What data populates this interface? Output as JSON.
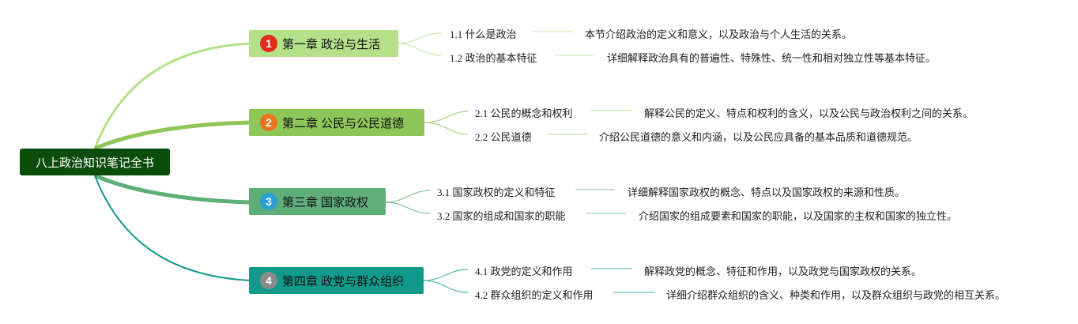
{
  "root": {
    "label": "八上政治知识笔记全书"
  },
  "colors": {
    "root": "#0b4d0b",
    "ch1": "#b5e08a",
    "ch2": "#8fc65a",
    "ch3": "#5fae7a",
    "ch4": "#119a8a",
    "badge1": "#e02b1a",
    "badge2": "#e8741c",
    "badge3": "#2a9fd6",
    "badge4": "#8a8a8a"
  },
  "chapters": [
    {
      "badge": "1",
      "title": "第一章 政治与生活",
      "sections": [
        {
          "label": "1.1 什么是政治",
          "desc": "本节介绍政治的定义和意义，以及政治与个人生活的关系。"
        },
        {
          "label": "1.2 政治的基本特征",
          "desc": "详细解释政治具有的普遍性、特殊性、统一性和相对独立性等基本特征。"
        }
      ]
    },
    {
      "badge": "2",
      "title": "第二章 公民与公民道德",
      "sections": [
        {
          "label": "2.1 公民的概念和权利",
          "desc": "解释公民的定义、特点和权利的含义，以及公民与政治权利之间的关系。"
        },
        {
          "label": "2.2 公民道德",
          "desc": "介绍公民道德的意义和内涵，以及公民应具备的基本品质和道德规范。"
        }
      ]
    },
    {
      "badge": "3",
      "title": "第三章 国家政权",
      "sections": [
        {
          "label": "3.1 国家政权的定义和特征",
          "desc": "详细解释国家政权的概念、特点以及国家政权的来源和性质。"
        },
        {
          "label": "3.2 国家的组成和国家的职能",
          "desc": "介绍国家的组成要素和国家的职能，以及国家的主权和国家的独立性。"
        }
      ]
    },
    {
      "badge": "4",
      "title": "第四章 政党与群众组织",
      "sections": [
        {
          "label": "4.1 政党的定义和作用",
          "desc": "解释政党的概念、特征和作用，以及政党与国家政权的关系。"
        },
        {
          "label": "4.2 群众组织的定义和作用",
          "desc": "详细介绍群众组织的含义、种类和作用，以及群众组织与政党的相互关系。"
        }
      ]
    }
  ]
}
